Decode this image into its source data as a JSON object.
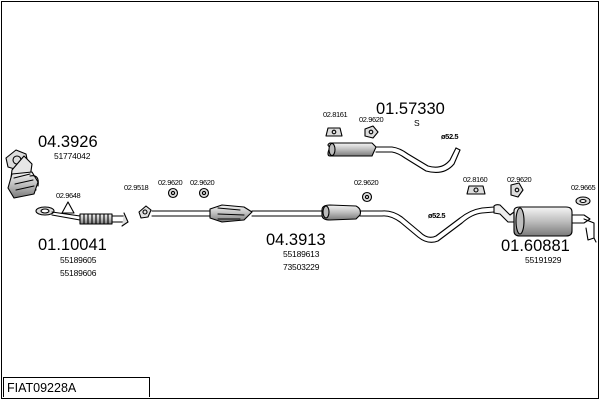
{
  "diagram_code": "FIAT09228A",
  "parts": {
    "front_pipe": {
      "number": "04.3926",
      "ref": "51774042"
    },
    "flex_pipe": {
      "number": "01.10041",
      "refs": [
        "55189605",
        "55189606"
      ]
    },
    "middle_pipe": {
      "number": "04.3913",
      "refs": [
        "55189613",
        "73503229"
      ]
    },
    "upper_silencer": {
      "number": "01.57330",
      "note": "S"
    },
    "rear_silencer": {
      "number": "01.60881",
      "ref": "55191929"
    }
  },
  "fittings": {
    "gasket_front": "02.9648",
    "clamp_front": "02.9518",
    "mount_a": "02.9620",
    "mount_b": "02.9620",
    "mount_mid": "02.9620",
    "upper_mount_a": "02.8161",
    "upper_mount_b": "02.9620",
    "rear_mount_a": "02.8160",
    "rear_mount_b": "02.9620",
    "rear_clamp": "02.9665"
  },
  "diameters": {
    "upper": "ø52.5",
    "lower": "ø52.5"
  },
  "colors": {
    "line": "#000000",
    "fill": "#cfcfcf",
    "dark": "#777777"
  }
}
